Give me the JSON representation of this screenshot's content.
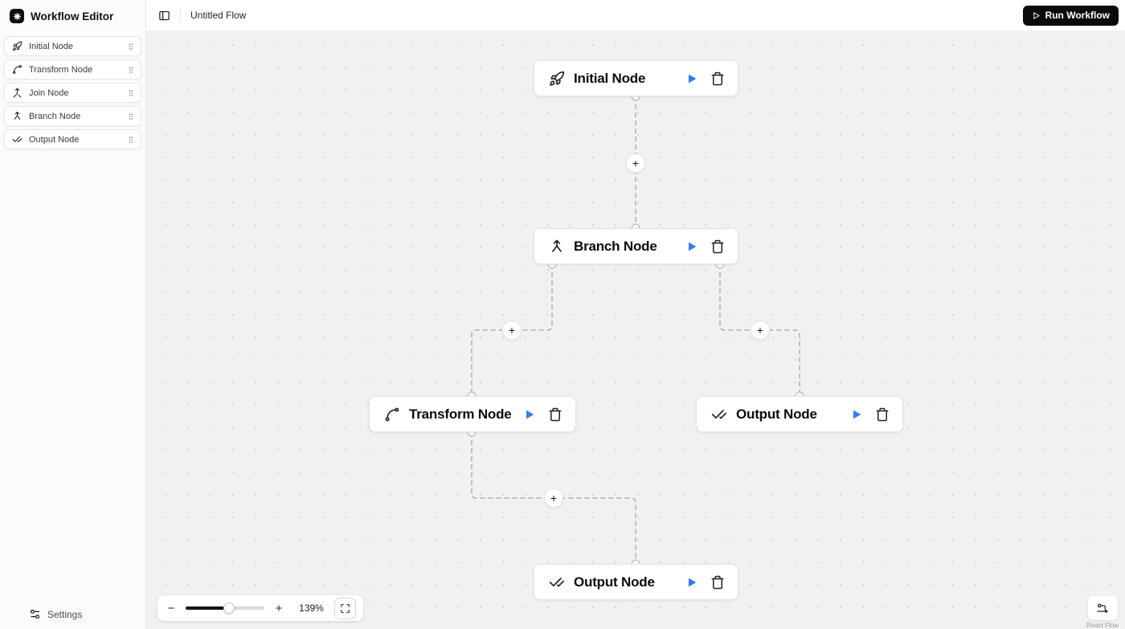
{
  "app": {
    "title": "Workflow Editor"
  },
  "topbar": {
    "flow_name": "Untitled Flow",
    "run_button_label": "Run Workflow"
  },
  "sidebar": {
    "items": [
      {
        "label": "Initial Node",
        "icon": "rocket-icon"
      },
      {
        "label": "Transform Node",
        "icon": "spline-icon"
      },
      {
        "label": "Join Node",
        "icon": "merge-icon"
      },
      {
        "label": "Branch Node",
        "icon": "branch-icon"
      },
      {
        "label": "Output Node",
        "icon": "check-check-icon"
      }
    ],
    "settings_label": "Settings"
  },
  "canvas": {
    "plus_label": "+",
    "nodes": [
      {
        "id": "initial",
        "label": "Initial Node",
        "icon": "rocket-icon"
      },
      {
        "id": "branch",
        "label": "Branch Node",
        "icon": "branch-icon"
      },
      {
        "id": "transform",
        "label": "Transform Node",
        "icon": "spline-icon"
      },
      {
        "id": "output-1",
        "label": "Output Node",
        "icon": "check-check-icon"
      },
      {
        "id": "output-2",
        "label": "Output Node",
        "icon": "check-check-icon"
      }
    ],
    "edges": [
      {
        "from": "initial",
        "to": "branch"
      },
      {
        "from": "branch",
        "to": "transform"
      },
      {
        "from": "branch",
        "to": "output-1"
      },
      {
        "from": "transform",
        "to": "output-2"
      }
    ]
  },
  "controls": {
    "zoom_out_label": "−",
    "zoom_in_label": "+",
    "zoom_level": "139%"
  },
  "attribution": {
    "label": "React Flow"
  },
  "colors": {
    "accent_blue": "#2f7df6",
    "edge_gray": "#b1b1b7",
    "canvas_bg": "#f0f1f3",
    "button_black": "#0b0b0d"
  }
}
